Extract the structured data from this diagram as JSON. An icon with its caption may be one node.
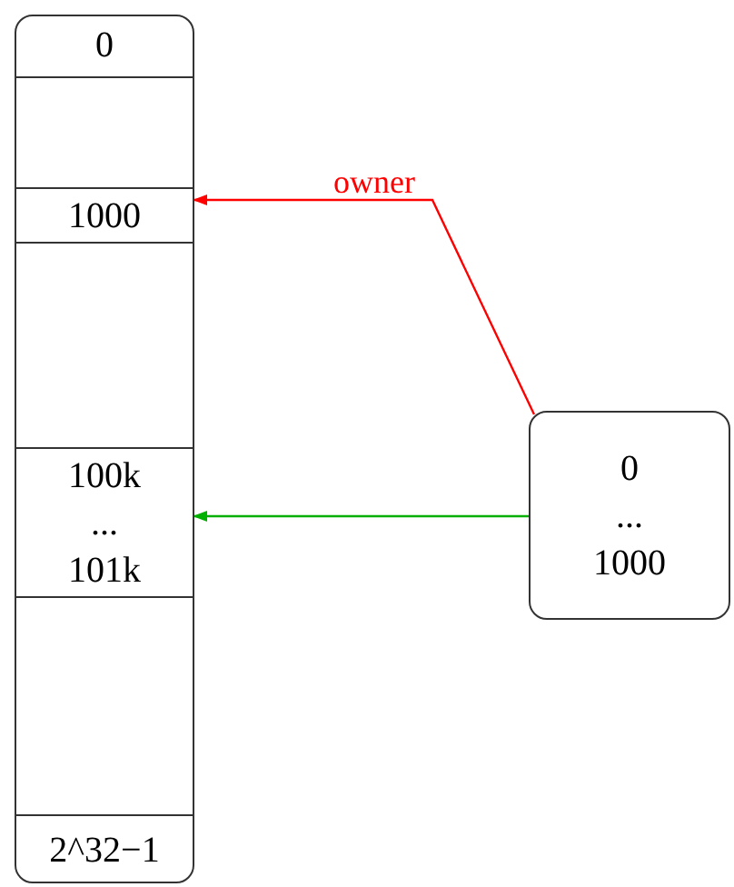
{
  "diagram": {
    "nodes": [
      {
        "text": [],
        "shape": "box"
      },
      {
        "text": [
          "0"
        ],
        "in": 0
      },
      {
        "text": [],
        "shape": "box",
        "in": 0
      },
      {
        "text": [
          "1000"
        ],
        "in": 0
      },
      {
        "text": [],
        "shape": "box",
        "in": 0
      },
      {
        "text": [
          "100k",
          "...",
          "101k"
        ],
        "in": 0
      },
      {
        "text": [],
        "shape": "box",
        "in": 0
      },
      {
        "text": [
          "2^32−1"
        ],
        "in": 0
      },
      {
        "text": [
          "0",
          "...",
          "1000"
        ]
      }
    ],
    "edges": [
      {
        "from": 8,
        "to": 3,
        "arrow": "to",
        "label": "owner",
        "color": "#ff0000"
      },
      {
        "from": 8,
        "to": 5,
        "arrow": "to",
        "color": "#00b000"
      }
    ]
  }
}
